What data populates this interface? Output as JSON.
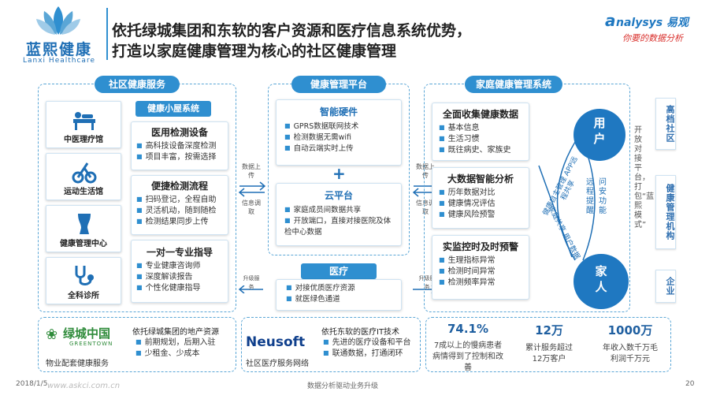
{
  "header": {
    "logo_cn": "蓝熙健康",
    "logo_en": "Lanxi Healthcare",
    "title_line1": "依托绿城集团和东软的客户资源和医疗信息系统优势，",
    "title_line2": "打造以家庭健康管理为核心的社区健康管理",
    "brand_name": "nalysys 易观",
    "brand_slogan": "你要的数据分析"
  },
  "community": {
    "title": "社区健康服务",
    "venues": [
      "中医理疗馆",
      "运动生活馆",
      "健康管理中心",
      "全科诊所"
    ],
    "subtitle": "健康小屋系统",
    "cards": [
      {
        "title": "医用检测设备",
        "items": [
          "高科技设备深度检测",
          "项目丰富，按需选择"
        ]
      },
      {
        "title": "便捷检测流程",
        "items": [
          "扫码登记，全程自助",
          "灵活机动，随到随检",
          "检测结果同步上传"
        ]
      },
      {
        "title": "一对一专业指导",
        "items": [
          "专业健康咨询师",
          "深度解读报告",
          "个性化健康指导"
        ]
      }
    ]
  },
  "platform": {
    "title": "健康管理平台",
    "hardware": {
      "title": "智能硬件",
      "items": [
        "GPRS数据联网技术",
        "检测数据无需wifi",
        "自动云端实时上传"
      ]
    },
    "plus": "+",
    "cloud": {
      "title": "云平台",
      "items": [
        "家庭成员间数据共享",
        "开放端口，直接对接医院及体检中心数据"
      ]
    },
    "medical": {
      "title": "医疗",
      "items": [
        "对接优质医疗资源",
        "就医绿色通道"
      ]
    }
  },
  "arrows": {
    "left_top": "数据上传",
    "left_bottom": "信息调取",
    "right_top": "数据上传",
    "right_bottom": "信息调取",
    "upgrade_left": "升级服务",
    "upgrade_right": "升级服务"
  },
  "family": {
    "title": "家庭健康管理系统",
    "cards": [
      {
        "title": "全面收集健康数据",
        "items": [
          "基本信息",
          "生活习惯",
          "既往病史、家族史"
        ]
      },
      {
        "title": "大数据智能分析",
        "items": [
          "历年数据对比",
          "健康情况评估",
          "健康风险预警"
        ]
      },
      {
        "title": "实监控时及时预警",
        "items": [
          "生理指标异常",
          "检测时间异常",
          "检测频率异常"
        ]
      }
    ],
    "user": "用户",
    "family_member": "家人",
    "edge_left": "健康自主管理 APP远程共享",
    "edge_right_a": "远程提醒",
    "edge_right_b": "问安功能",
    "edge_bottom": "家庭共享 用户数据",
    "open_text": "开放对接平台，打包“蓝熙模式”"
  },
  "targets": [
    "高档社区",
    "健康管理机构",
    "企业"
  ],
  "bottom": {
    "greentown": {
      "logo": "绿城中国",
      "logo_en": "GREENTOWN",
      "caption": "物业配套健康服务",
      "desc": "依托绿城集团的地产资源",
      "items": [
        "前期规划，后期入驻",
        "少租金、少成本"
      ]
    },
    "neusoft": {
      "logo": "Neusoft",
      "caption": "社区医疗服务网络",
      "desc": "依托东软的医疗IT技术",
      "items": [
        "先进的医疗设备和平台",
        "联通数据，打通闭环"
      ]
    },
    "stats": [
      {
        "value": "74.1%",
        "desc": "7成以上的慢病患者病情得到了控制和改善"
      },
      {
        "value": "12万",
        "desc": "累计服务超过12万客户"
      },
      {
        "value": "1000万",
        "desc": "年收入数千万毛利润千万元"
      }
    ]
  },
  "footer": {
    "date": "2018/1/5",
    "center": "数据分析驱动业务升级",
    "page": "20",
    "watermark": "www.askci.com.cn"
  }
}
